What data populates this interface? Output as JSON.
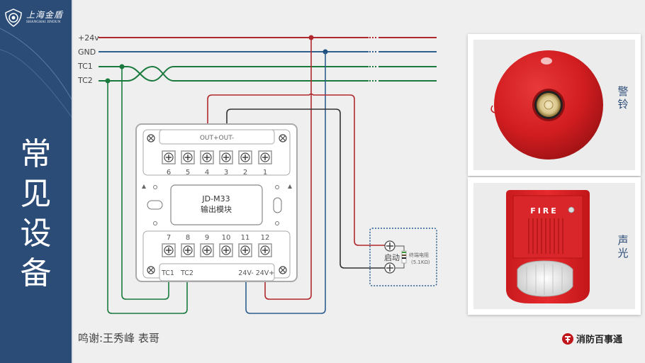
{
  "header": {
    "logo_cn": "上海金盾",
    "logo_en": "SHANGHAI JINDUN"
  },
  "sidebar": {
    "title_chars": [
      "常",
      "见",
      "设",
      "备"
    ]
  },
  "bus_lines": [
    {
      "label": "+24v",
      "color": "#b0282d"
    },
    {
      "label": "GND",
      "color": "#2e5f8f"
    },
    {
      "label": "TC1",
      "color": "#1a7a3e"
    },
    {
      "label": "TC2",
      "color": "#1a7a3e"
    }
  ],
  "module": {
    "top_strip_label": "OUT+OUT-",
    "top_terminals": [
      "6",
      "5",
      "4",
      "3",
      "2",
      "1"
    ],
    "model": "JD-M33",
    "name": "输出模块",
    "bottom_terminals": [
      "7",
      "8",
      "9",
      "10",
      "11",
      "12"
    ],
    "bottom_labels_left": [
      "TC1",
      "TC2"
    ],
    "bottom_labels_right": [
      "24V-",
      "24V+"
    ]
  },
  "device_box": {
    "start_label": "启动",
    "resistor_label": "终端电阻",
    "resistor_value": "(5.1KΩ)"
  },
  "credit": "鸣谢:王秀峰   表哥",
  "cards": [
    {
      "label_chars": [
        "警",
        "铃"
      ],
      "image": "fire-alarm-bell"
    },
    {
      "label_chars": [
        "声",
        "光"
      ],
      "image": "sound-light-alarm",
      "image_text": "FIRE"
    }
  ],
  "brand": {
    "name": "消防百事通"
  },
  "colors": {
    "sidebar": "#2c4c78",
    "red_wire": "#b0282d",
    "blue_wire": "#2e5f8f",
    "green_wire": "#1a7a3e",
    "black_wire": "#333333"
  }
}
